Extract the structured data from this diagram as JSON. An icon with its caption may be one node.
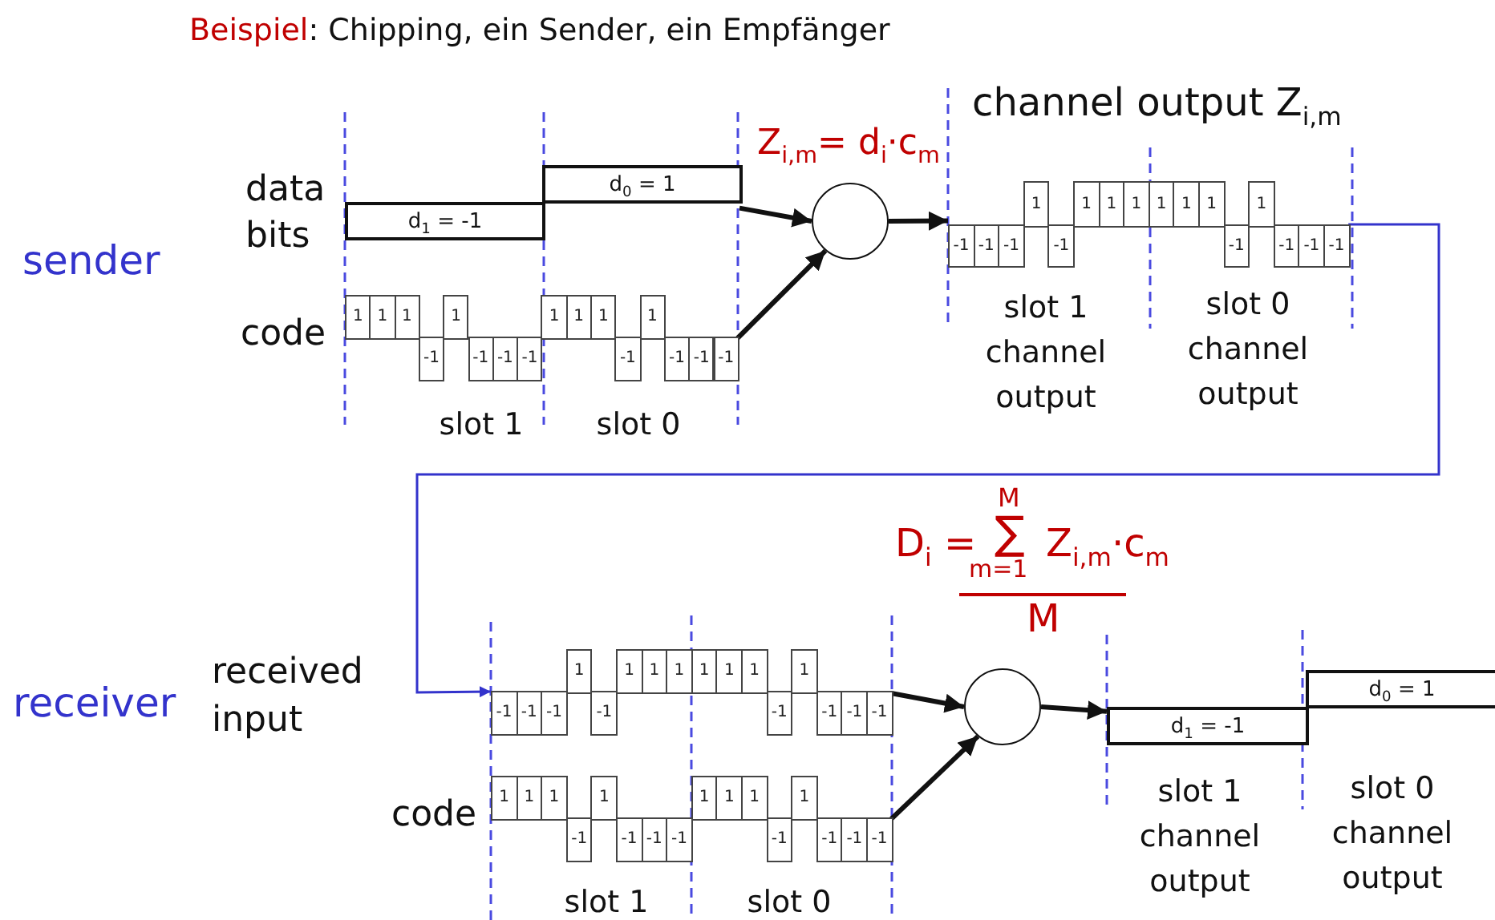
{
  "diagram": {
    "title": "Beispiel: Chipping, ein Sender, ein Empfänger",
    "nodes": [
      {
        "text": [
          "d$_{1}$ = -1",
          "d$_{0}$ = 1"
        ]
      },
      {
        "text": [
          "1",
          "1",
          "1",
          "-1",
          "1",
          "-1",
          "-1",
          "-1",
          "1",
          "1",
          "1",
          "-1",
          "1",
          "-1",
          "-1",
          "-1"
        ]
      },
      {
        "text": [],
        "shape": "circle",
        "beside": [
          "Z$_{i,m}$= d$_{i}$·c$_{m}$"
        ]
      },
      {
        "text": [
          "-1",
          "-1",
          "-1",
          "1",
          "-1",
          "1",
          "1",
          "1",
          "1",
          "1",
          "1",
          "-1",
          "1",
          "-1",
          "-1",
          "-1"
        ]
      },
      {
        "text": [
          "-1",
          "-1",
          "-1",
          "1",
          "-1",
          "1",
          "1",
          "1",
          "1",
          "1",
          "1",
          "-1",
          "1",
          "-1",
          "-1",
          "-1"
        ]
      },
      {
        "text": [
          "1",
          "1",
          "1",
          "-1",
          "1",
          "-1",
          "-1",
          "-1",
          "1",
          "1",
          "1",
          "-1",
          "1",
          "-1",
          "-1",
          "-1"
        ]
      },
      {
        "text": [],
        "shape": "circle",
        "beside": [
          "D$_{i}$ =",
          "M",
          "∑",
          "m=1",
          "Z$_{i,m}$·c$_{m}$",
          "M"
        ]
      },
      {
        "text": [
          "d$_{1}$ = -1",
          "d$_{0}$ = 1"
        ]
      }
    ],
    "edges": [
      {
        "from": 0,
        "to": 2,
        "arrow": "to"
      },
      {
        "from": 1,
        "to": 2,
        "arrow": "to"
      },
      {
        "from": 2,
        "to": 3,
        "arrow": "to"
      },
      {
        "from": 3,
        "to": 4,
        "arrow": "to",
        "color": "#3333cc"
      },
      {
        "from": 4,
        "to": 6,
        "arrow": "to"
      },
      {
        "from": 5,
        "to": 6,
        "arrow": "to"
      },
      {
        "from": 6,
        "to": 7,
        "arrow": "to"
      }
    ],
    "labels": [
      "sender",
      "data bits",
      "code",
      "slot 1",
      "slot 0",
      "channel output Z$_{i,m}$",
      "slot 1 channel output",
      "slot 0 channel output",
      "receiver",
      "received input",
      "code",
      "slot 1",
      "slot 0",
      "slot 1 channel output",
      "slot 0 channel output"
    ]
  }
}
